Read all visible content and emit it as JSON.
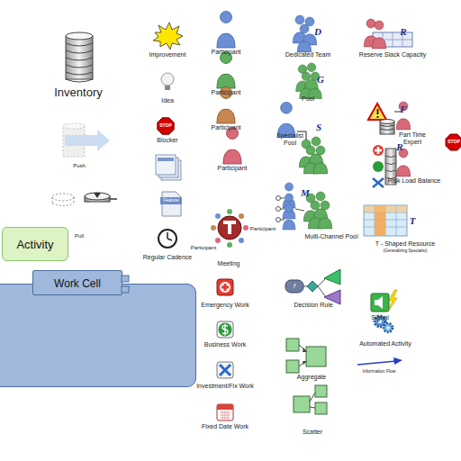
{
  "diagram": {
    "nodes": [
      {
        "text": [
          "Activity"
        ]
      },
      {
        "text": [
          "Work Cell"
        ]
      }
    ],
    "labels": [
      "Inventory",
      "Push",
      "Pull",
      "STOP",
      "Improvement",
      "Idea",
      "Blocker",
      "Feature",
      "Regular Cadence",
      "Participant",
      "Participant",
      "Participant",
      "Participant",
      "Participant",
      "Participant",
      "Meeting",
      "Emergency  Work",
      "Business Work",
      "Investment/Fix Work",
      "Fixed Date Work",
      "D",
      "Dedicated Team",
      "R",
      "Reserve Slack Capacity",
      "G",
      "Pool",
      "F",
      "Part Time Expert",
      "S",
      "Specialist Pool",
      "R",
      "Risk Load Balance",
      "M",
      "Multi-Channel Pool",
      "T",
      "T - Shaped Resource",
      "(Generalizing Specialist)",
      "STOP",
      "f",
      "Decision Rule",
      "Signal",
      "Automated Activity",
      "Aggregate",
      "Information Flow",
      "Scatter"
    ]
  }
}
